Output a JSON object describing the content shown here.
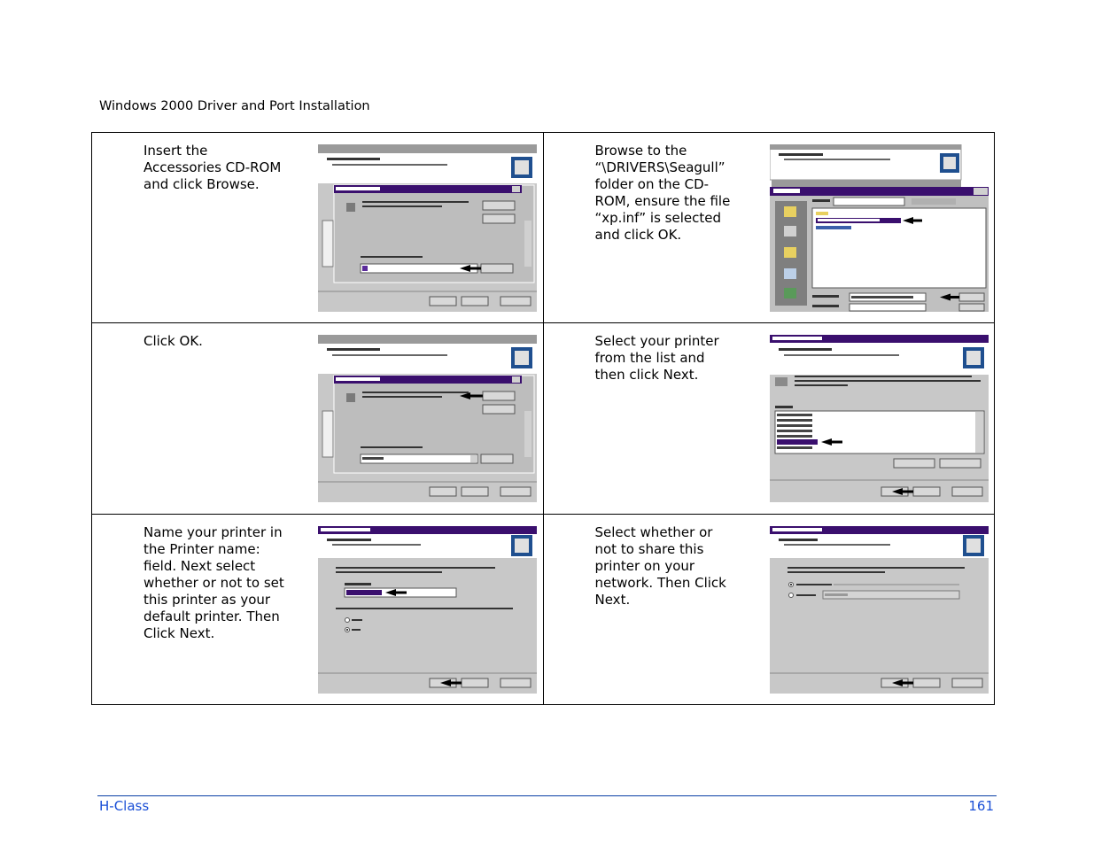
{
  "header": {
    "title": "Windows 2000 Driver and Port Installation"
  },
  "steps": [
    {
      "text": "Insert the Accessories CD-ROM and click Browse."
    },
    {
      "text": "Browse to the “\\DRIVERS\\Seagull” folder on the CD-ROM, ensure the file “xp.inf” is selected and click OK."
    },
    {
      "text": "Click OK."
    },
    {
      "text": "Select your printer from the list and then click Next."
    },
    {
      "text": "Name your printer in the Printer name: field.  Next select whether or not to set this printer as your default printer. Then Click Next."
    },
    {
      "text": "Select whether or not to share this printer on your network. Then Click Next."
    }
  ],
  "footer": {
    "product": "H-Class",
    "page_number": "161"
  },
  "colors": {
    "dialog_gray": "#c0c0c0",
    "title_bar": "#3a0f6e",
    "footer_blue": "#1a4fd6",
    "arrow": "#000000"
  }
}
